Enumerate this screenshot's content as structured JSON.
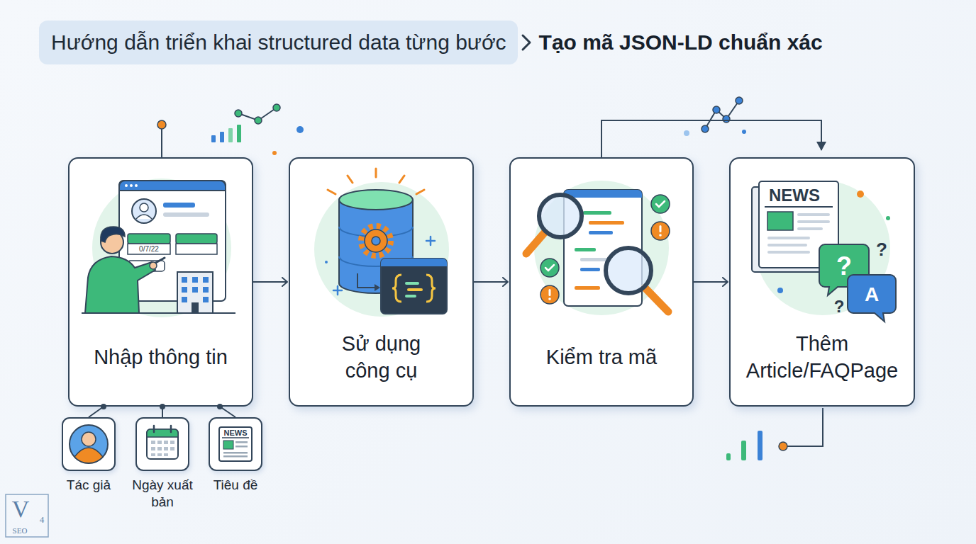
{
  "diagram": {
    "title": "Hướng dẫn triển khai structured data từng bước",
    "nodes": [
      {
        "text": [
          "Nhập thông tin"
        ]
      },
      {
        "text": [
          "Sử dụng công cụ"
        ]
      },
      {
        "text": [
          "Kiểm tra mã"
        ]
      },
      {
        "text": [
          "Thêm Article/FAQPage"
        ]
      },
      {
        "text": [
          "Tác giả"
        ]
      },
      {
        "text": [
          "Ngày xuất bản"
        ]
      },
      {
        "text": [
          "Tiêu đề"
        ]
      }
    ],
    "edges": [
      {
        "from": 0,
        "to": 1,
        "arrow": "to"
      },
      {
        "from": 1,
        "to": 2,
        "arrow": "to"
      },
      {
        "from": 2,
        "to": 3,
        "arrow": "to"
      },
      {
        "from": 2,
        "to": 3,
        "arrow": "to"
      },
      {
        "from": 0,
        "to": 4,
        "arrow": "none"
      },
      {
        "from": 0,
        "to": 5,
        "arrow": "none"
      },
      {
        "from": 0,
        "to": 6,
        "arrow": "none"
      }
    ],
    "labels": [
      "Tạo mã JSON-LD chuẩn xác",
      "0/7/22",
      "NEWS",
      "?",
      "A",
      "?",
      "?",
      "NEWS",
      "V",
      "4",
      "SEO"
    ]
  }
}
